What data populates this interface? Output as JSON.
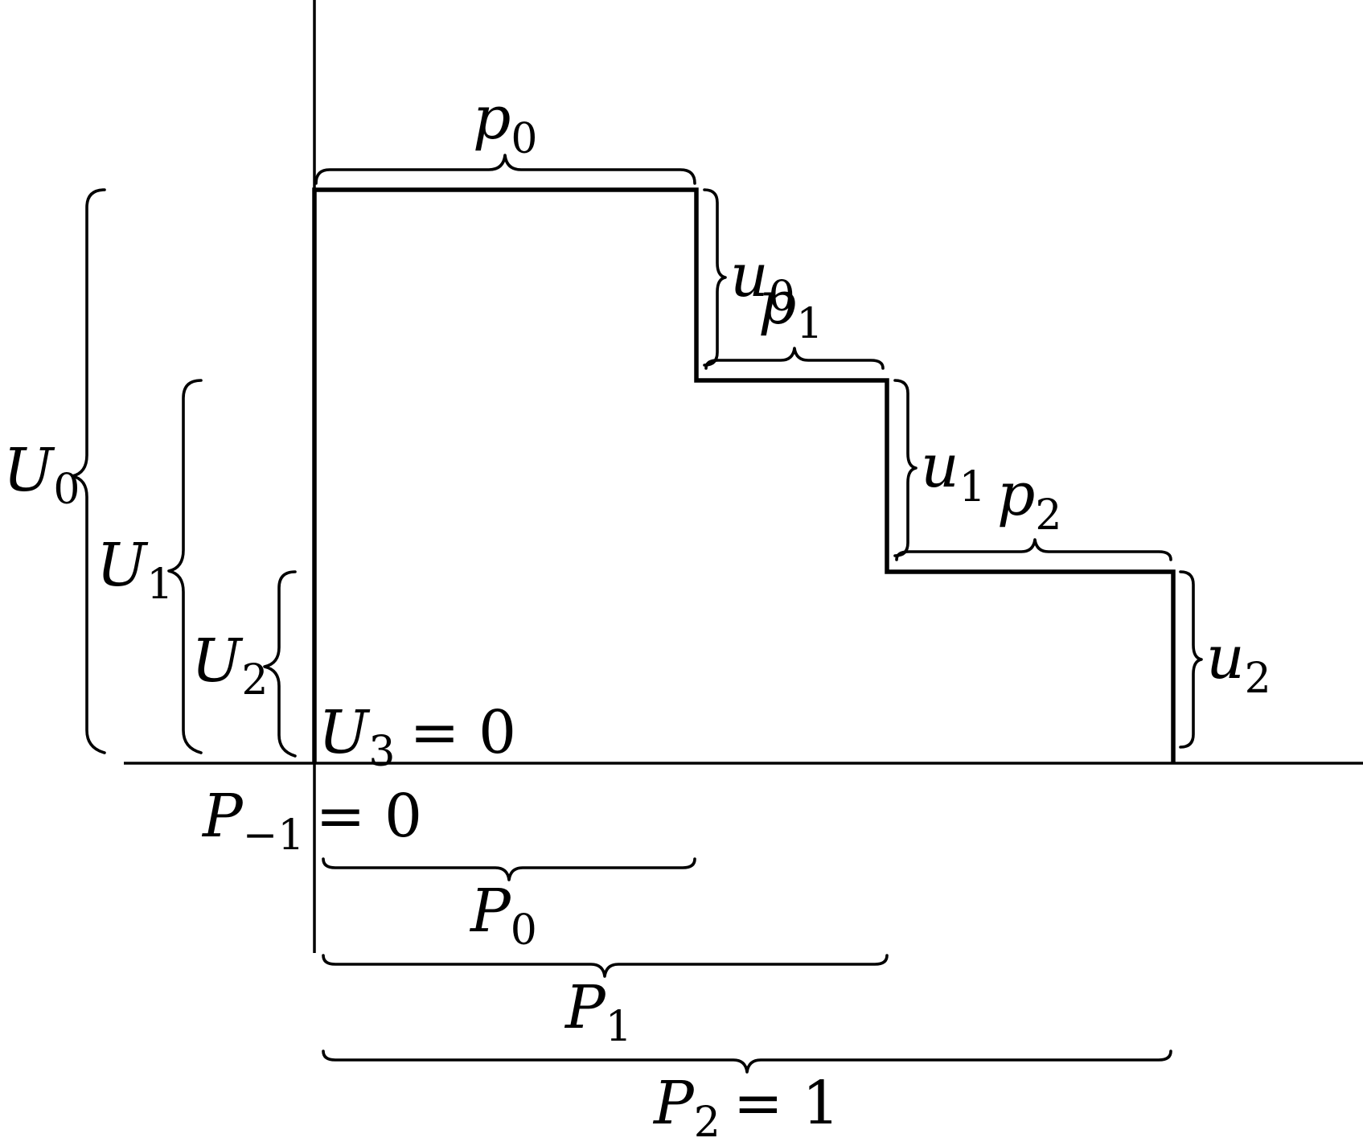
{
  "labels": {
    "p0": {
      "base": "p",
      "sub": "0"
    },
    "p1": {
      "base": "p",
      "sub": "1"
    },
    "p2": {
      "base": "p",
      "sub": "2"
    },
    "u0": {
      "base": "u",
      "sub": "0"
    },
    "u1": {
      "base": "u",
      "sub": "1"
    },
    "u2": {
      "base": "u",
      "sub": "2"
    },
    "U0": {
      "base": "U",
      "sub": "0"
    },
    "U1": {
      "base": "U",
      "sub": "1"
    },
    "U2": {
      "base": "U",
      "sub": "2"
    },
    "U3": {
      "base": "U",
      "sub": "3",
      "rest": "= 0"
    },
    "Pm1": {
      "base": "P",
      "sub": "−1",
      "rest": "= 0"
    },
    "P0": {
      "base": "P",
      "sub": "0"
    },
    "P1": {
      "base": "P",
      "sub": "1"
    },
    "P2": {
      "base": "P",
      "sub": "2",
      "rest": "= 1"
    }
  }
}
